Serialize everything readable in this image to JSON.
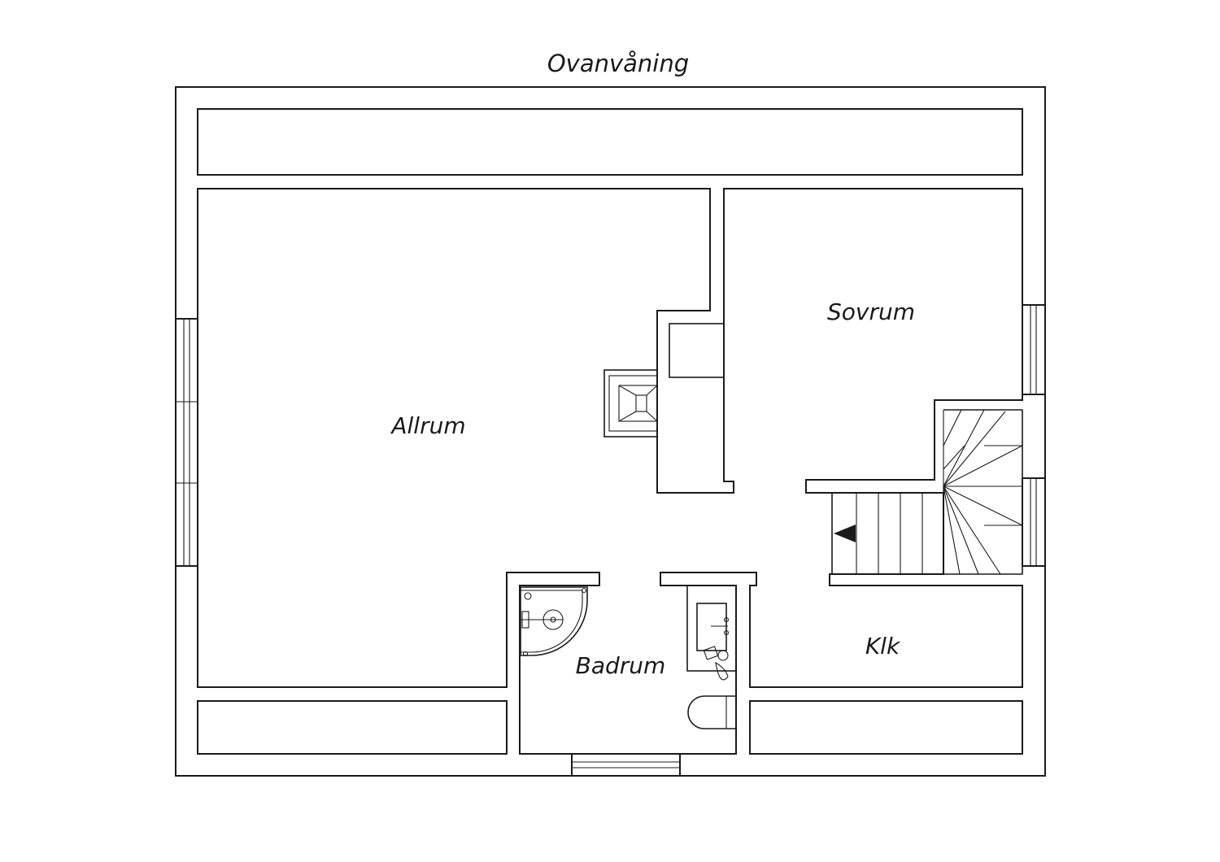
{
  "title": "Ovanvåning",
  "rooms": {
    "allrum": "Allrum",
    "sovrum": "Sovrum",
    "badrum": "Badrum",
    "klk": "Klk"
  },
  "icons": [
    "chimney-icon",
    "stair-icon",
    "stair-direction-arrow-icon",
    "window-icon",
    "shower-icon",
    "sink-icon",
    "toilet-icon"
  ],
  "colors": {
    "line": "#1a1a1a",
    "background": "#ffffff"
  }
}
